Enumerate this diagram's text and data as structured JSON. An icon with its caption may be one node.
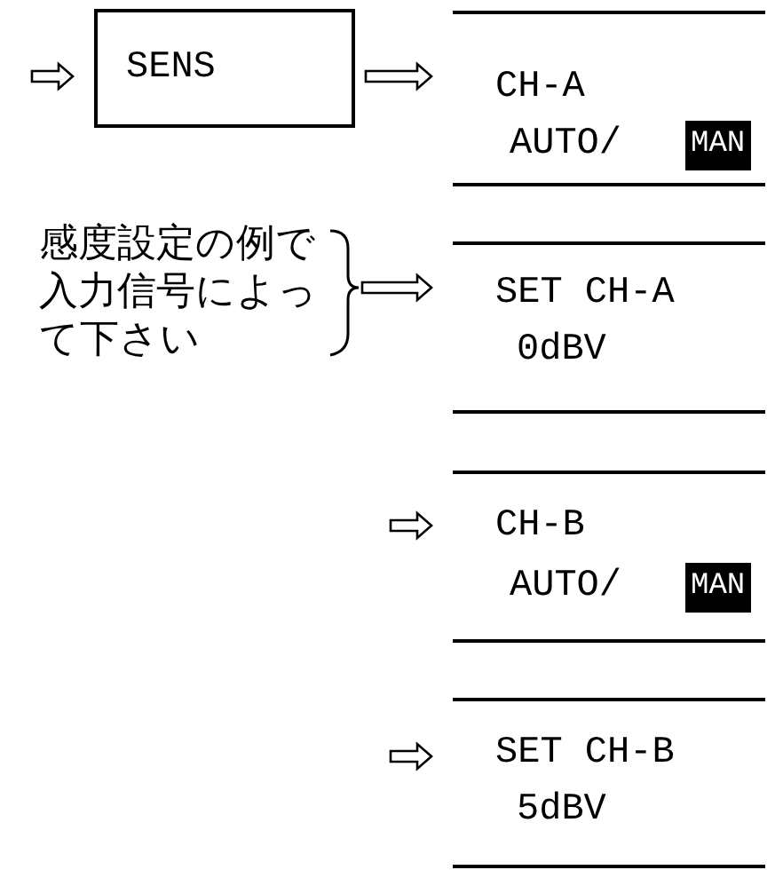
{
  "diagram": {
    "nodes": [
      {
        "text": [
          "SENS"
        ]
      },
      {
        "text": [
          "CH-A",
          "AUTO/",
          "MAN"
        ]
      },
      {
        "text": [
          "感度設定の例で入力信号によって下さい"
        ]
      },
      {
        "text": [
          "SET CH-A",
          "0dBV"
        ]
      },
      {
        "text": [
          "CH-B",
          "AUTO/",
          "MAN"
        ]
      },
      {
        "text": [
          "SET CH-B",
          "5dBV"
        ]
      }
    ],
    "edges": [
      {
        "from": null,
        "to": 0,
        "arrow": "to"
      },
      {
        "from": 0,
        "to": 1,
        "arrow": "to"
      },
      {
        "from": 2,
        "to": 3,
        "arrow": "to"
      },
      {
        "from": null,
        "to": 4,
        "arrow": "to"
      },
      {
        "from": null,
        "to": 5,
        "arrow": "to"
      }
    ]
  }
}
